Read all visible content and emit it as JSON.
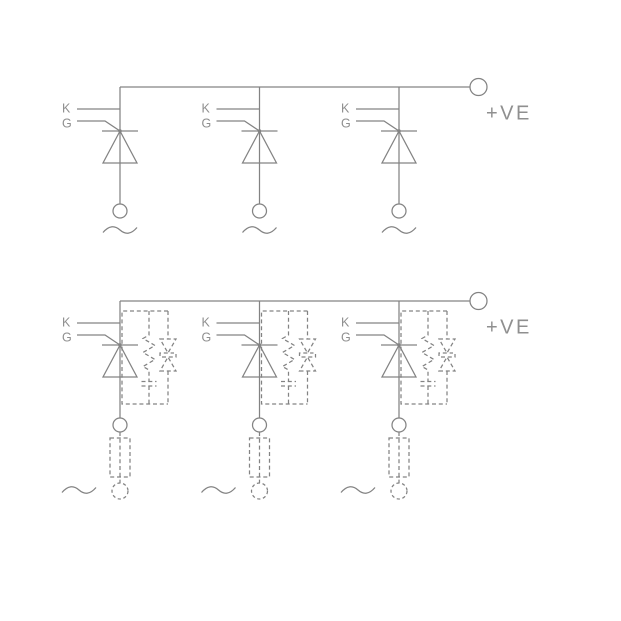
{
  "colors": {
    "line": "#838383",
    "text": "#8f8f8f",
    "background": "#ffffff"
  },
  "banks": {
    "top": {
      "terminal_label": "+VE",
      "units": [
        {
          "cathode": "K",
          "gate": "G"
        },
        {
          "cathode": "K",
          "gate": "G"
        },
        {
          "cathode": "K",
          "gate": "G"
        }
      ]
    },
    "bottom": {
      "terminal_label": "+VE",
      "units": [
        {
          "cathode": "K",
          "gate": "G"
        },
        {
          "cathode": "K",
          "gate": "G"
        },
        {
          "cathode": "K",
          "gate": "G"
        }
      ]
    }
  }
}
